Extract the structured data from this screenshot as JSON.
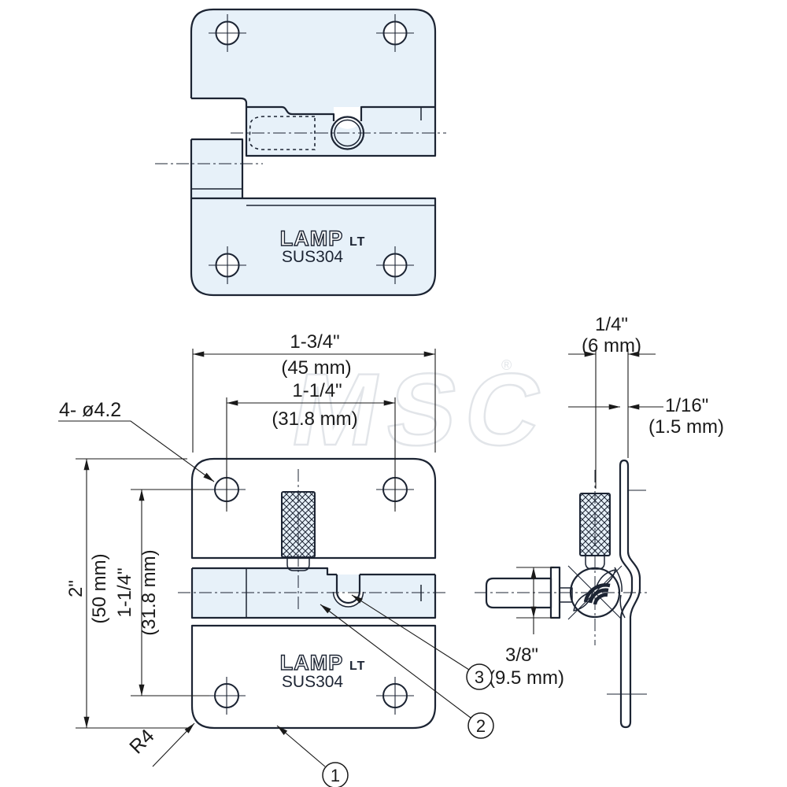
{
  "drawing": {
    "brand": "LAMP",
    "brand_lt": "LT",
    "material": "SUS304",
    "watermark": "MSC",
    "watermark_reg": "®",
    "dims": {
      "overall_width_in": "1-3/4\"",
      "overall_width_mm": "(45 mm)",
      "hole_pitch_h_in": "1-1/4\"",
      "hole_pitch_h_mm": "(31.8 mm)",
      "overall_height_in": "2\"",
      "overall_height_mm": "(50 mm)",
      "hole_pitch_v_in": "1-1/4\"",
      "hole_pitch_v_mm": "(31.8 mm)",
      "depth_in": "1/4\"",
      "depth_mm": "(6 mm)",
      "thickness_in": "1/16\"",
      "thickness_mm": "(1.5 mm)",
      "pin_in": "3/8\"",
      "pin_mm": "(9.5 mm)"
    },
    "notes": {
      "holes": "4- ø4.2",
      "corner_radius": "R4"
    },
    "callouts": {
      "c1": "1",
      "c2": "2",
      "c3": "3"
    }
  }
}
